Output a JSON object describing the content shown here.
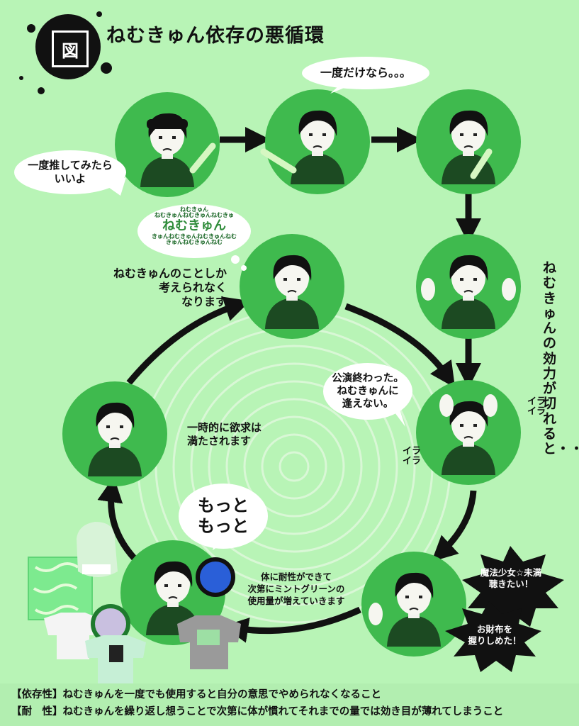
{
  "header": {
    "badge": "図",
    "title": "ねむきゅん依存の悪循環"
  },
  "bubbles": {
    "once": "一度だけなら。。。",
    "recommend": "一度推してみたら\nいいよ",
    "concert_over": "公演終わった。\nねむきゅんに\n逢えない。",
    "more": "もっと\nもっと"
  },
  "captions": {
    "only_think": "ねむきゅんのことしか\n考えられなく\nなります",
    "satisfied": "一時的に欲求は\n満たされます",
    "tolerance": "体に耐性ができて\n次第にミントグリーンの\n使用量が増えていきます",
    "wears_off": "ねむきゅんの効力が切れると・・・"
  },
  "irritation": {
    "upper": "イラ\nイラ",
    "lower": "イラ\nイラ"
  },
  "cloud": {
    "main": "ねむきゅん",
    "line1": "ねむきゅん",
    "line2": "ねむきゅんねむきゅんねむきゅ",
    "line3": "きゅんねむきゅんねむきゅんねむ",
    "line4": "きゅんねむきゅんねむ"
  },
  "bursts": {
    "want_listen": "魔法少女☆未満\n聴きたい！",
    "wallet": "お財布を\n握りしめた！"
  },
  "definitions": {
    "dependence": "【依存性】ねむきゅんを一度でも使用すると自分の意思でやめられなくなること",
    "tolerance": "【耐　性】ねむきゅんを繰り返し想うことで次第に体が慣れてそれまでの量では効き目が薄れてしまうこと"
  },
  "colors": {
    "background": "#b8f4b6",
    "circle": "#3fba4e",
    "figure": "#1c4a22",
    "mint": "#9ef0a6"
  }
}
